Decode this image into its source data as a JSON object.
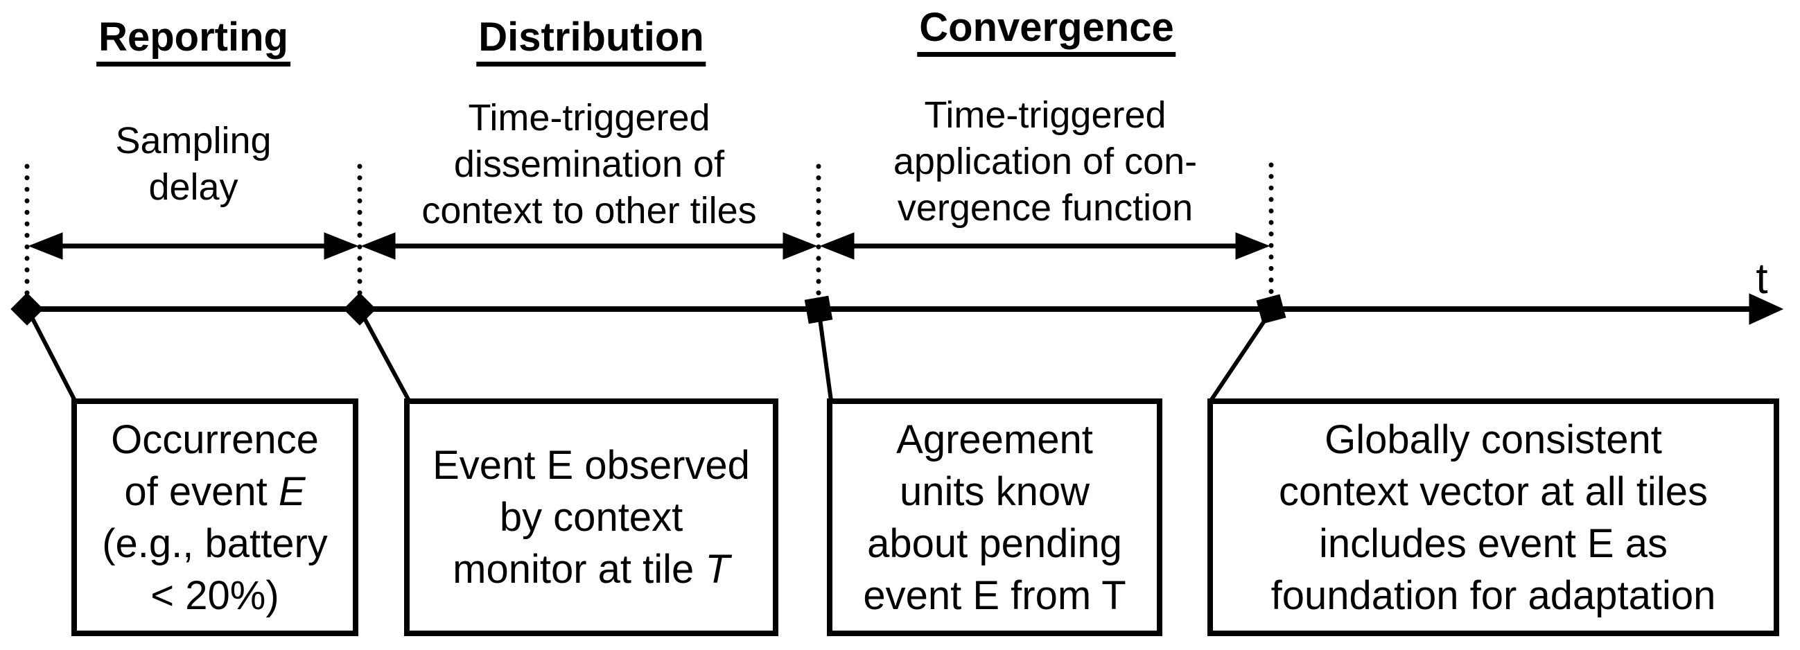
{
  "colors": {
    "ink": "#000000",
    "background": "#ffffff"
  },
  "axis": {
    "label": "t"
  },
  "phases": [
    {
      "title": "Reporting",
      "caption": {
        "line1": "Sampling",
        "line2": "delay"
      }
    },
    {
      "title": "Distribution",
      "caption": {
        "line1": "Time-triggered",
        "line2": "dissemination of",
        "line3": "context to other tiles"
      }
    },
    {
      "title": "Convergence",
      "caption": {
        "line1": "Time-triggered",
        "line2": "application of con-",
        "line3": "vergence function"
      }
    }
  ],
  "events": [
    {
      "lines": [
        {
          "text": "Occurrence"
        },
        {
          "pre": "of event ",
          "em": "E"
        },
        {
          "text": "(e.g., battery"
        },
        {
          "text": "< 20%)"
        }
      ]
    },
    {
      "lines": [
        {
          "text": "Event E observed"
        },
        {
          "text": "by context"
        },
        {
          "pre": "monitor at tile ",
          "em": "T"
        }
      ]
    },
    {
      "lines": [
        {
          "text": "Agreement"
        },
        {
          "text": "units know"
        },
        {
          "text": "about pending"
        },
        {
          "text": "event E from T"
        }
      ]
    },
    {
      "lines": [
        {
          "text": "Globally consistent"
        },
        {
          "text": "context vector at all tiles"
        },
        {
          "text": "includes event E as"
        },
        {
          "text": "foundation for adaptation"
        }
      ]
    }
  ]
}
